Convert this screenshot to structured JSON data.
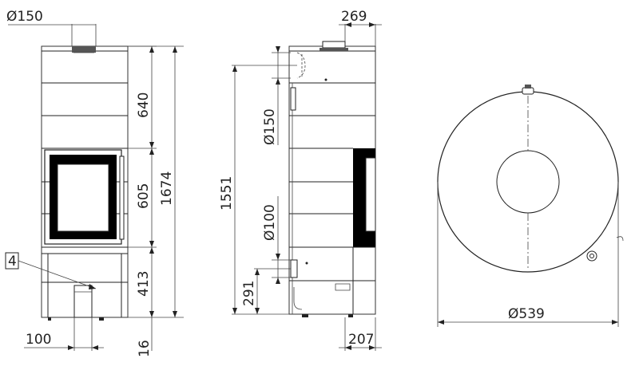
{
  "dimensions": {
    "front_flue_diameter": "Ø150",
    "front_top_height": "640",
    "front_door_height": "605",
    "front_total_height": "1674",
    "front_base_height": "413",
    "front_bottom_gap": "16",
    "front_air_inlet_width": "100",
    "front_callout_number": "4",
    "side_depth": "269",
    "side_flue_height": "1551",
    "side_flue_diameter": "Ø150",
    "side_air_diameter": "Ø100",
    "side_air_height": "291",
    "side_air_offset": "207",
    "top_diameter": "Ø539"
  }
}
